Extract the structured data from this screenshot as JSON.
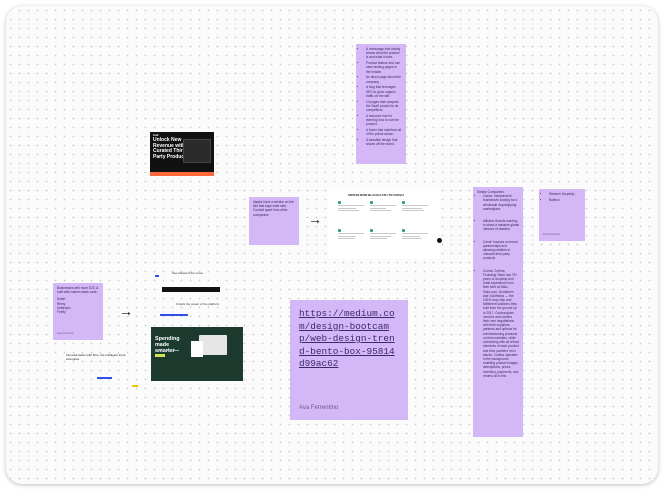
{
  "board": {
    "notes": {
      "features_list": [
        "A homepage that clearly shows what the product is and what it does.",
        "Product feature and use case landing pages in the header.",
        "An about page about the company.",
        "A blog that leverages SEO to grow organic traffic on the site.",
        "10 pages that compare the SaaS product to its competitors.",
        "A resource hub for learning how to use the product.",
        "A footer that mentions all of the points above.",
        "A beautiful design that shows off the brand."
      ],
      "maybe_section": "Maybe have a section on the site that says what sets Conduit apart from other companies",
      "businesses": {
        "intro": "Businesses with more D2C & built with custom stack code:",
        "items": [
          "Sotter",
          "Remy",
          "Anthropic",
          "Firefly"
        ],
        "author": "Ava Ferrentino"
      },
      "similar": {
        "title": "Similar Companies:",
        "items": [
          "Caeso: independent businesses looking for a wholesale dropshipping marketplace",
          "Alibaba: Brands wanting to stand a massive global network of retailers",
          "Canal: focuses on brand partnerships and allowing retailers to onboard third party products",
          "Curina: Curtina, Founding Team has 75+ years of dropship and retail experience from their time at Saks, Saks.com, Nordstrom and Goldfellow — the 100% drop ship and fulfillment solutions they built from the ground up in 2017. Curtina gives vendors and carriers their own negotiations with their suppliers, partners and options for commissioning products on their websites, while connecting with all critical elements of each product and their partners' tech stacks. Curtina operates in the background enabling product images, descriptions, prices, inventory, payments, and returns all in line."
        ]
      },
      "western": {
        "items": [
          "Western Dropship",
          "Bolteun"
        ],
        "author": "Ava Ferrentino"
      },
      "link_note": {
        "url": "https://medium.com/design-bootcamp/web-design-trend-bento-box-95814d99ac62",
        "author": "Ava Ferrentino"
      }
    },
    "screens": {
      "hero_dark": {
        "logo": "bolt",
        "headline": "Unlock New Revenue with Curated Third-Party Products"
      },
      "bento": {
        "heading": "SMTHIS RNW BLACKH ATH TO FHNVH"
      },
      "small_caption": "See ahead of the curve",
      "footer_caption": "Unlock the power of the platform",
      "green": {
        "headline": "Spending made smarter"
      },
      "quote": "Innovate faster with fibre, the intelligent input enterprise"
    },
    "colors": {
      "sticky": "#d4b7f7",
      "accent_blue": "#2f4fe6",
      "accent_orange": "#ff6a3d",
      "green_hero": "#1d3a2f"
    }
  }
}
